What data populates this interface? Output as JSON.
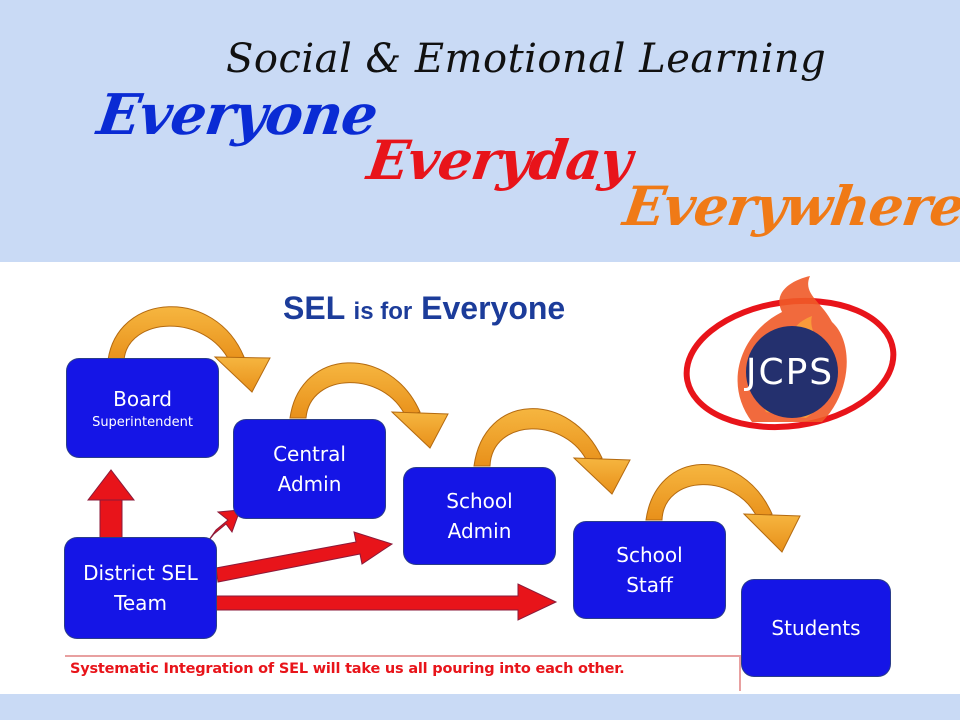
{
  "header": {
    "title": "Social & Emotional Learning",
    "words": [
      "Everyone",
      "Everyday",
      "Everywhere"
    ]
  },
  "diagram": {
    "title_part1": "SEL ",
    "title_part2": "is for",
    "title_part3": " Everyone",
    "boxes": {
      "board": "Board",
      "board_sub": "Superintendent",
      "central_1": "Central",
      "central_2": "Admin",
      "school_admin_1": "School",
      "school_admin_2": "Admin",
      "school_staff_1": "School",
      "school_staff_2": "Staff",
      "students": "Students",
      "district_1": "District SEL",
      "district_2": "Team"
    },
    "footer": "Systematic Integration of SEL will take us all pouring into each other."
  },
  "logo": {
    "text": "JCPS"
  },
  "colors": {
    "background": "#c9daf5",
    "box": "#1515e6",
    "arch": "#f4a020",
    "arrow_red": "#e8141a",
    "title_blue": "#1c3c9a"
  }
}
